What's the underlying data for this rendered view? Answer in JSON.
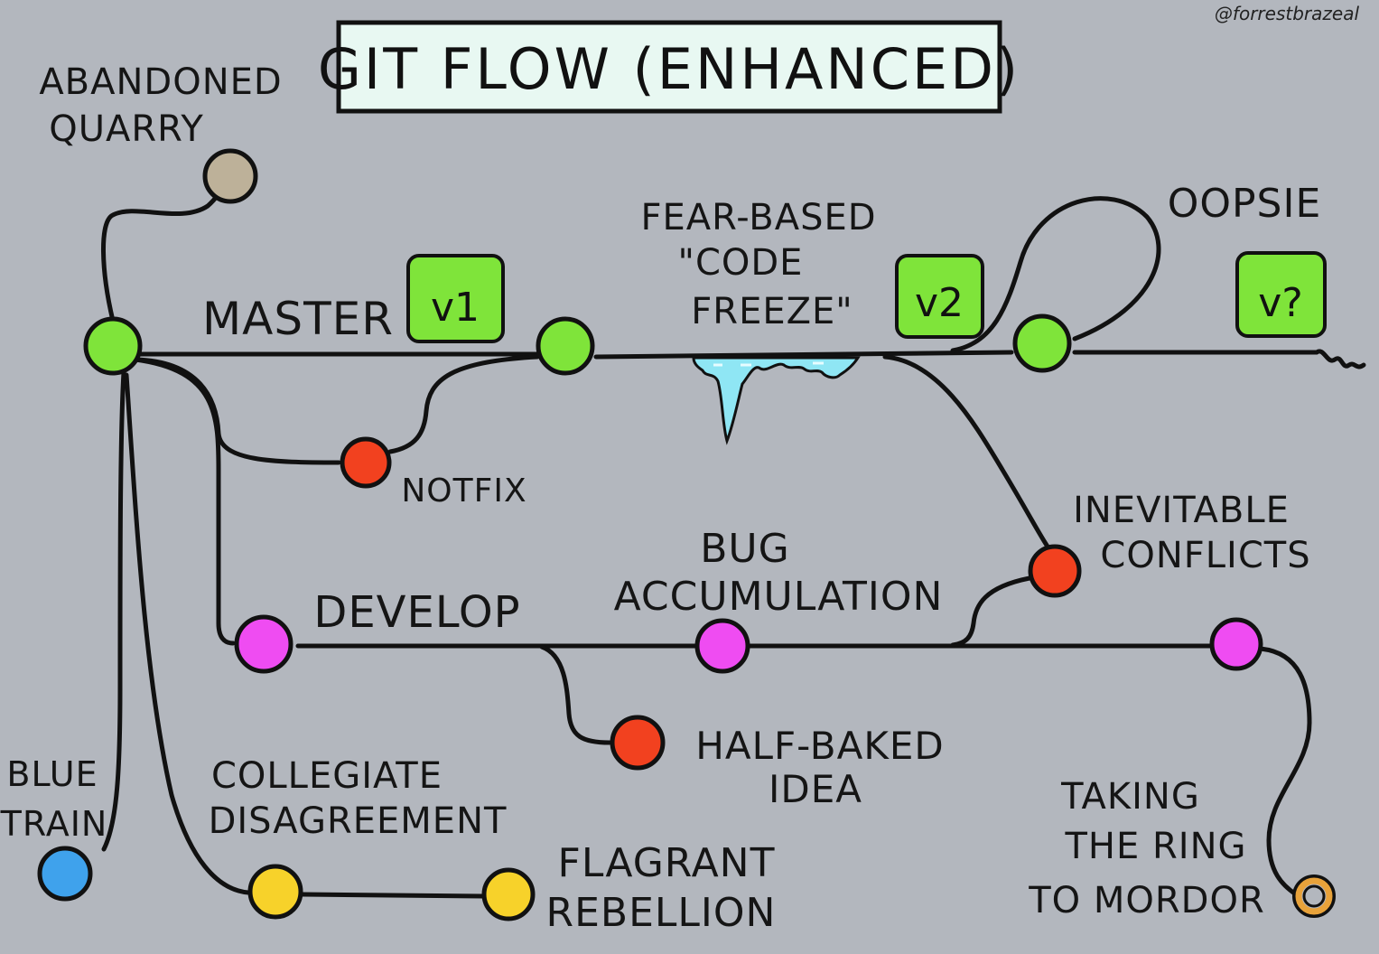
{
  "title": "GIT FLOW (ENHANCED)",
  "credit": "@forrestbrazeal",
  "colors": {
    "background": "#b3b7be",
    "master": "#7fe43a",
    "develop": "#ef4cf2",
    "fix": "#f2411f",
    "abandoned": "#bdb199",
    "blue": "#3fa2ec",
    "yellow": "#f7d22a",
    "ice": "#8fe6f4",
    "title_box": "#e8f8f2"
  },
  "tags": {
    "v1": "v1",
    "v2": "v2",
    "vq": "v?"
  },
  "labels": {
    "abandoned": [
      "ABANDONED",
      "QUARRY"
    ],
    "master": "MASTER",
    "freeze": [
      "FEAR-BASED",
      "\"CODE",
      "FREEZE\""
    ],
    "oopsie": "OOPSIE",
    "notfix": "NOTFIX",
    "conflicts": [
      "INEVITABLE",
      "CONFLICTS"
    ],
    "bugs": [
      "BUG",
      "ACCUMULATION"
    ],
    "develop": "DEVELOP",
    "halfbaked": [
      "HALF-BAKED",
      "IDEA"
    ],
    "blue": [
      "BLUE",
      "TRAIN"
    ],
    "collegiate": [
      "COLLEGIATE",
      "DISAGREEMENT"
    ],
    "flagrant": [
      "FLAGRANT",
      "REBELLION"
    ],
    "mordor": [
      "TAKING",
      "THE RING",
      "TO MORDOR"
    ]
  }
}
